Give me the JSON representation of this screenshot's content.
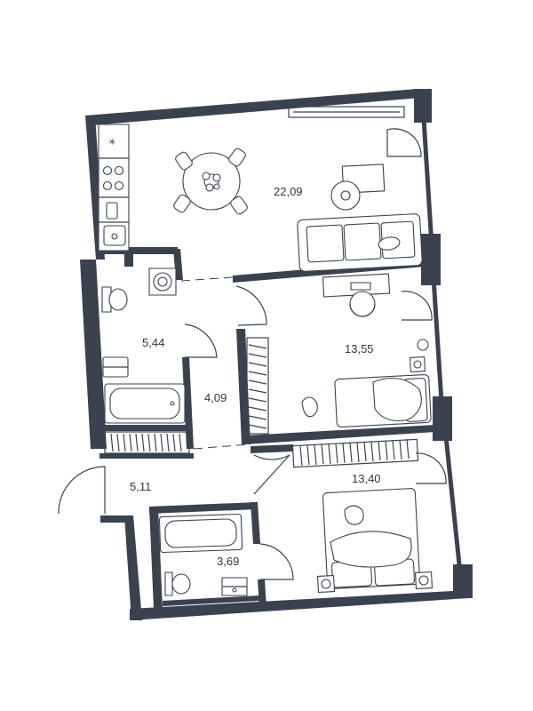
{
  "colors": {
    "wall": "#3a4250",
    "background": "#ffffff",
    "text": "#2f3642"
  },
  "rooms": [
    {
      "id": "kitchen-living",
      "area": "22,09"
    },
    {
      "id": "bathroom-1",
      "area": "5,44"
    },
    {
      "id": "hallway",
      "area": "4,09"
    },
    {
      "id": "bedroom-1",
      "area": "13,55"
    },
    {
      "id": "entrance",
      "area": "5,11"
    },
    {
      "id": "bedroom-2",
      "area": "13,40"
    },
    {
      "id": "bathroom-2",
      "area": "3,69"
    }
  ]
}
